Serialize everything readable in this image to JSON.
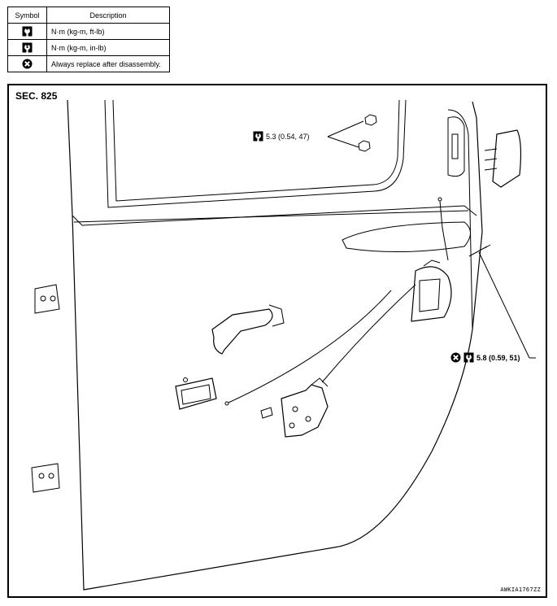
{
  "legend": {
    "header_symbol": "Symbol",
    "header_description": "Description",
    "rows": [
      {
        "icon": "wrench-torque-ft-lb-icon",
        "description": "N·m (kg-m, ft-lb)"
      },
      {
        "icon": "wrench-torque-in-lb-icon",
        "description": "N·m (kg-m, in-lb)"
      },
      {
        "icon": "replace-x-circle-icon",
        "description": "Always replace after disassembly."
      }
    ]
  },
  "diagram": {
    "section": "SEC. 825",
    "callouts": [
      {
        "icons": [
          "wrench-torque-in-lb-icon"
        ],
        "text": "5.3 (0.54, 47)"
      },
      {
        "icons": [
          "replace-x-circle-icon",
          "wrench-torque-in-lb-icon"
        ],
        "text": "5.8 (0.59, 51)"
      }
    ],
    "reference_code": "AWKIA1767ZZ"
  }
}
